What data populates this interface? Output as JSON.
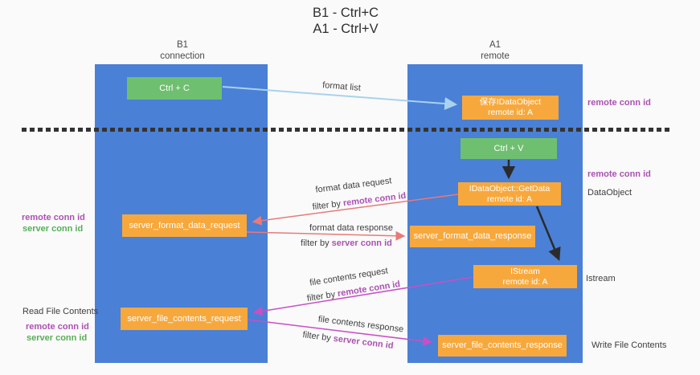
{
  "title": {
    "line1": "B1 - Ctrl+C",
    "line2": "A1 - Ctrl+V"
  },
  "columns": {
    "left": {
      "name": "B1",
      "subtitle": "connection"
    },
    "right": {
      "name": "A1",
      "subtitle": "remote"
    }
  },
  "nodes": {
    "ctrl_c": {
      "label": "Ctrl + C"
    },
    "ctrl_v": {
      "label": "Ctrl + V"
    },
    "save_dataobject": {
      "line1": "保存IDataObject",
      "line2": "remote id: A"
    },
    "getdata": {
      "line1": "IDataObject::GetData",
      "line2": "remote id: A"
    },
    "istream": {
      "line1": "IStream",
      "line2": "remote id: A"
    },
    "server_format_data_request": {
      "label": "server_format_data_request"
    },
    "server_format_data_response": {
      "label": "server_format_data_response"
    },
    "server_file_contents_request": {
      "label": "server_file_contents_request"
    },
    "server_file_contents_response": {
      "label": "server_file_contents_response"
    }
  },
  "edge_labels": {
    "format_list": "format list",
    "format_data_request": "format data request",
    "format_data_response": "format data response",
    "file_contents_request": "file contents request",
    "file_contents_response": "file contents response",
    "filter_by": "filter by "
  },
  "terms": {
    "remote_conn_id": "remote conn id",
    "server_conn_id": "server conn id"
  },
  "annotations": {
    "dataobject": "DataObject",
    "istream": "Istream",
    "read_file_contents": "Read File Contents",
    "write_file_contents": "Write File Contents"
  },
  "colors": {
    "column_blue": "#4a80d6",
    "node_green": "#6fbf70",
    "node_orange": "#f7a83d",
    "arrow_light_blue": "#a8d2ee",
    "arrow_red": "#e87a7a",
    "arrow_magenta": "#c94fc4",
    "arrow_black": "#2b2b2b",
    "term_purple": "#ab51b3",
    "term_green": "#57ae57"
  }
}
